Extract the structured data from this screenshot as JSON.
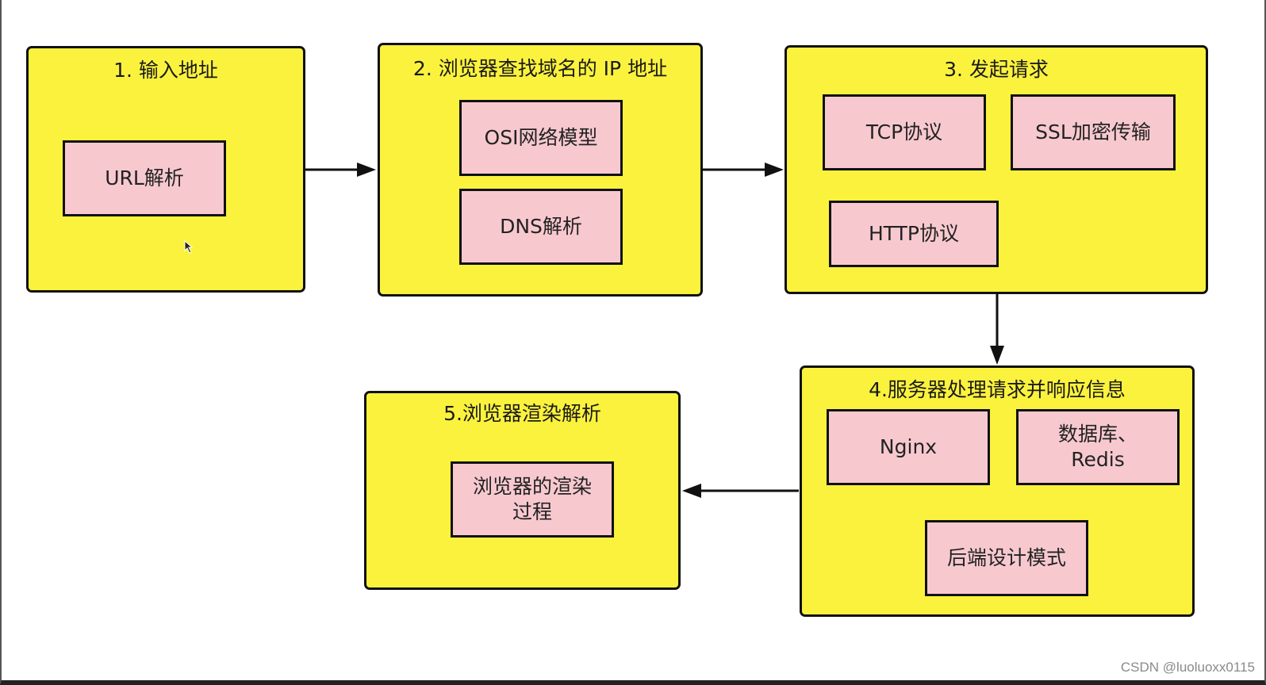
{
  "stages": {
    "s1": {
      "title": "1. 输入地址",
      "items": [
        "URL解析"
      ]
    },
    "s2": {
      "title": "2. 浏览器查找域名的 IP 地址",
      "items": [
        "OSI网络模型",
        "DNS解析"
      ]
    },
    "s3": {
      "title": "3. 发起请求",
      "items": [
        "TCP协议",
        "SSL加密传输",
        "HTTP协议"
      ]
    },
    "s4": {
      "title": "4.服务器处理请求并响应信息",
      "items": [
        "Nginx",
        "数据库、\nRedis",
        "后端设计模式"
      ]
    },
    "s5": {
      "title": "5.浏览器渲染解析",
      "items": [
        "浏览器的渲染\n过程"
      ]
    }
  },
  "watermark": "CSDN @luoluoxx0115",
  "colors": {
    "stage_fill": "#fbf23e",
    "box_fill": "#f7c9cf",
    "border": "#111111"
  }
}
